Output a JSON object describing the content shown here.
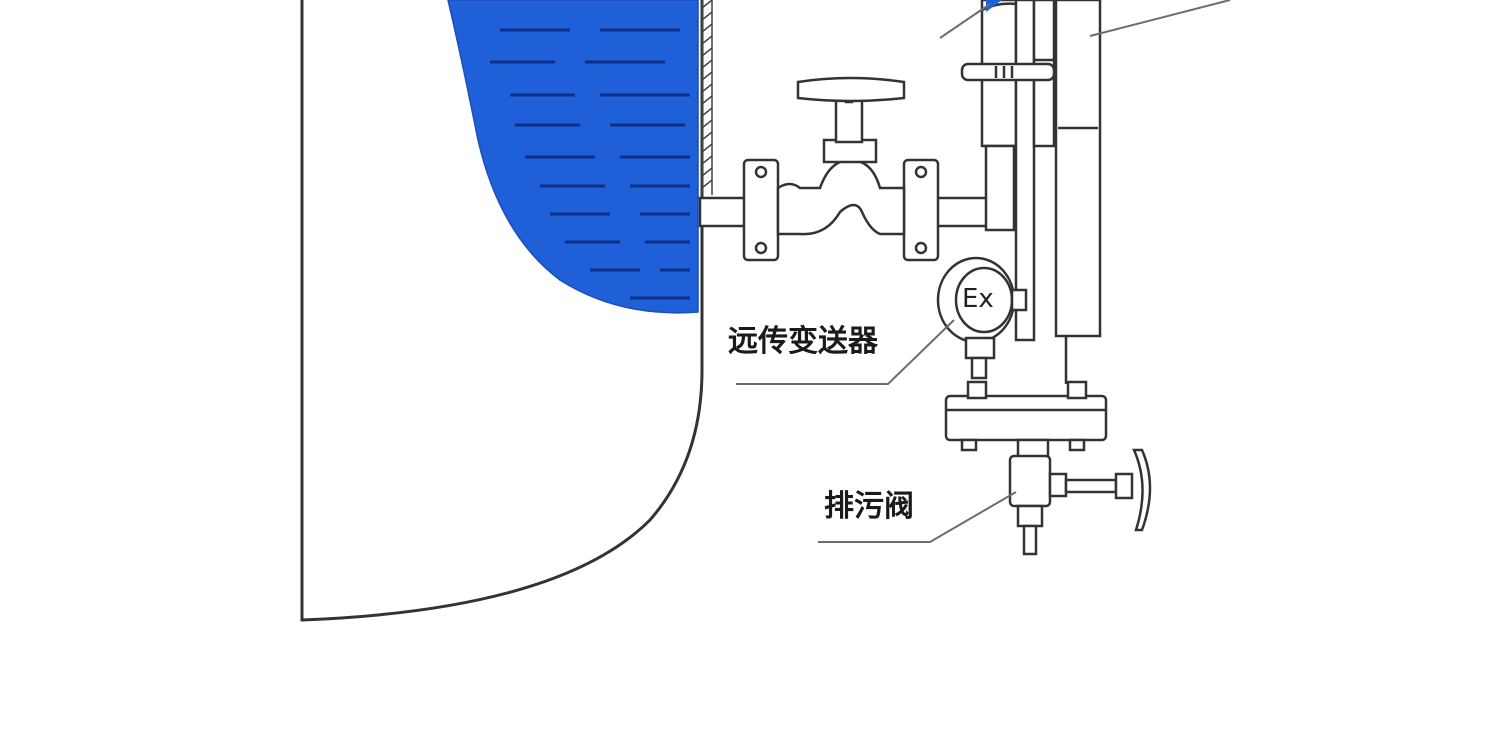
{
  "labels": {
    "transmitter": "远传变送器",
    "drain_valve": "排污阀",
    "ex_marking": "Ex"
  },
  "colors": {
    "liquid": "#1f5fd8",
    "liquid_lines": "#0d2f88",
    "outline": "#333333",
    "callout_line": "#6d6d6d",
    "background": "#ffffff"
  }
}
